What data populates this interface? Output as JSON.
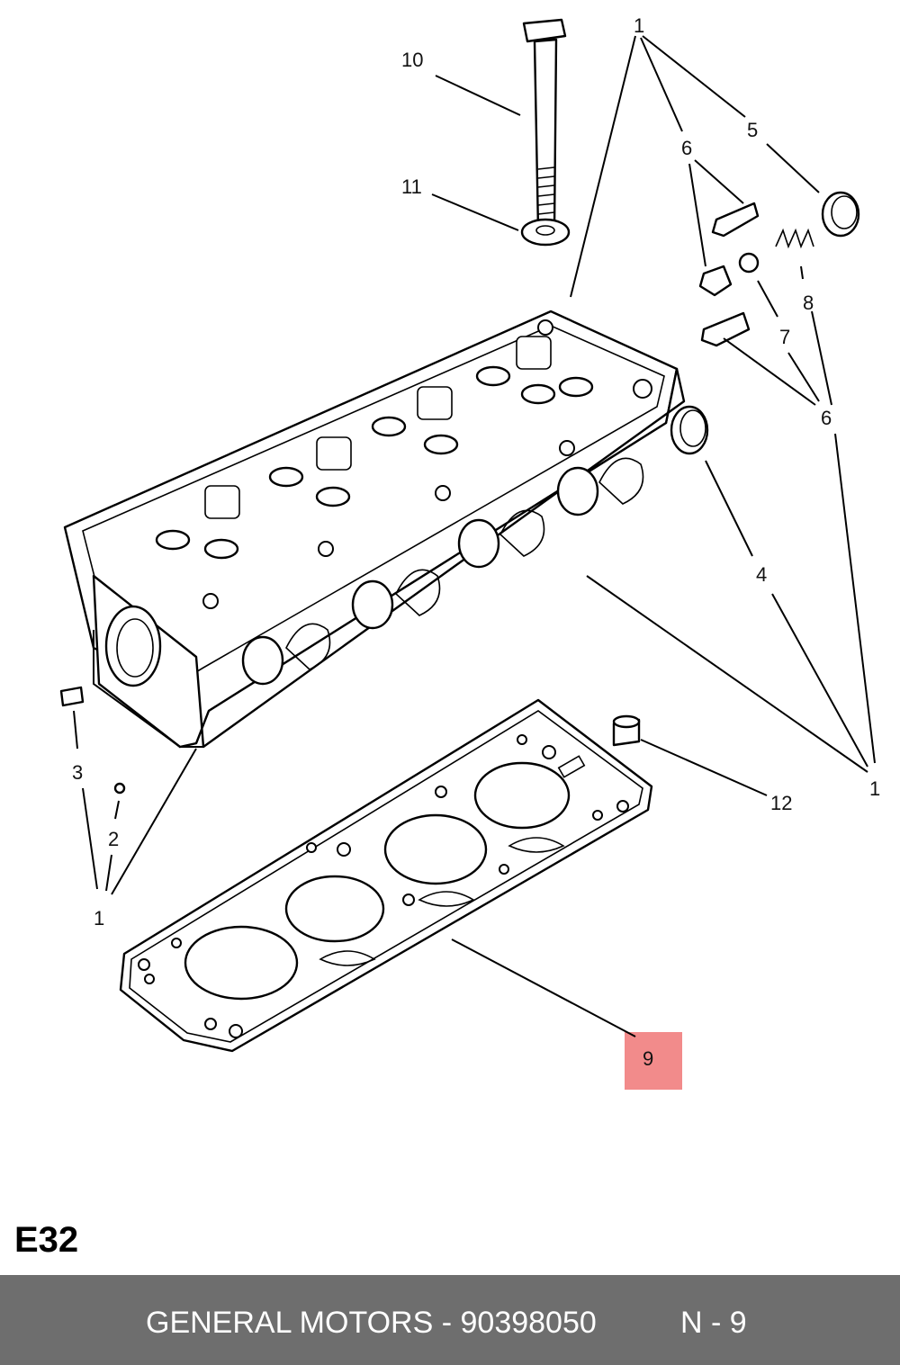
{
  "callouts": {
    "c10": "10",
    "c11": "11",
    "c1_top": "1",
    "c5": "5",
    "c6_top": "6",
    "c8": "8",
    "c7": "7",
    "c6_mid": "6",
    "c4": "4",
    "c1_right": "1",
    "c12": "12",
    "c3": "3",
    "c2": "2",
    "c1_left": "1",
    "c9": "9"
  },
  "highlight_color": "#f28b8b",
  "diagram_code": "E32",
  "footer": {
    "part_label": "GENERAL MOTORS - 90398050",
    "ref_label": "N - 9",
    "background": "#6e6e6e"
  }
}
